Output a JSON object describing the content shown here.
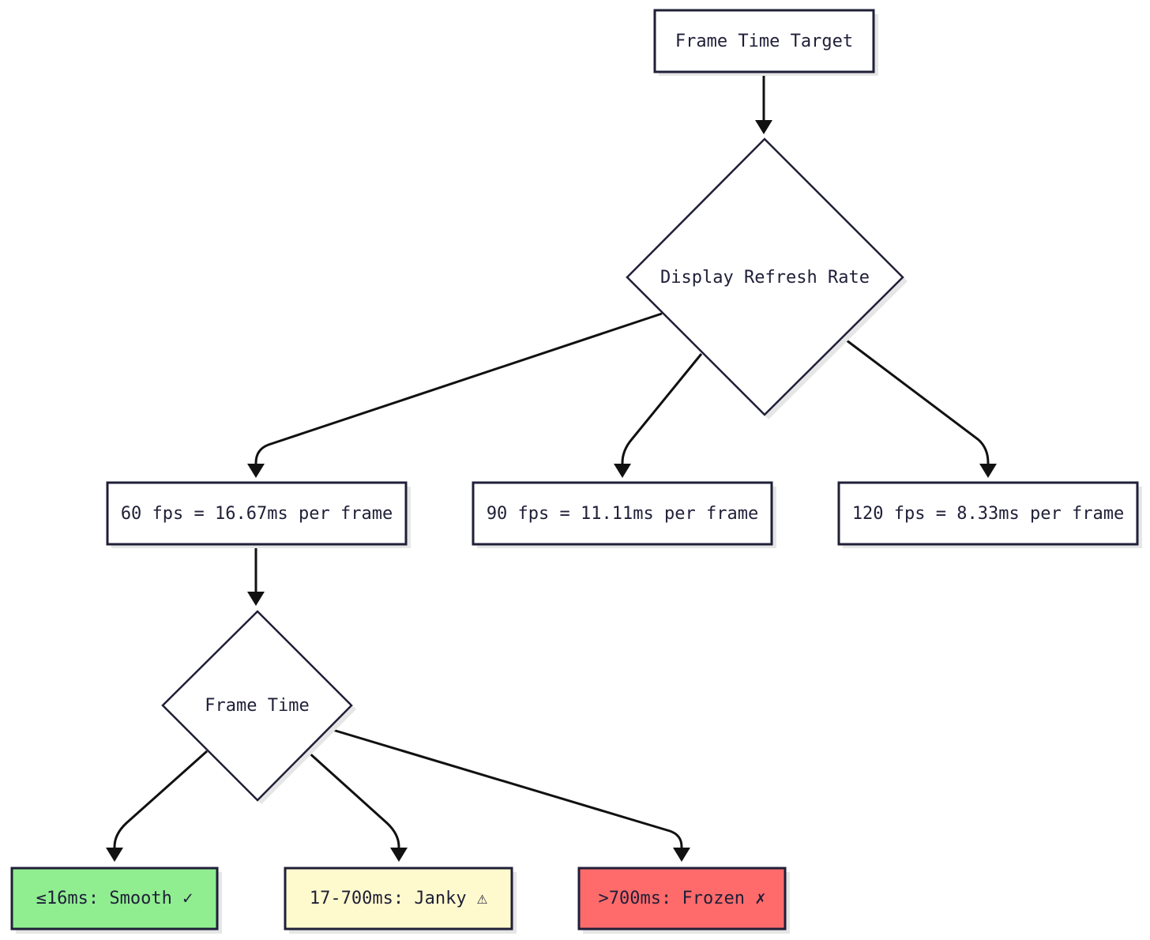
{
  "nodes": {
    "frame_time_target": "Frame Time Target",
    "display_refresh_rate": "Display Refresh Rate",
    "fps60": "60 fps = 16.67ms per frame",
    "fps90": "90 fps = 11.11ms per frame",
    "fps120": "120 fps = 8.33ms per frame",
    "frame_time": "Frame Time",
    "smooth": "≤16ms: Smooth ✓",
    "janky": "17-700ms: Janky ⚠",
    "frozen": ">700ms: Frozen ✗"
  },
  "colors": {
    "default_fill": "#ffffff",
    "smooth_fill": "#90ee90",
    "janky_fill": "#fffacd",
    "frozen_fill": "#ff6b6b",
    "stroke": "#1f1f38",
    "edge": "#111111"
  }
}
